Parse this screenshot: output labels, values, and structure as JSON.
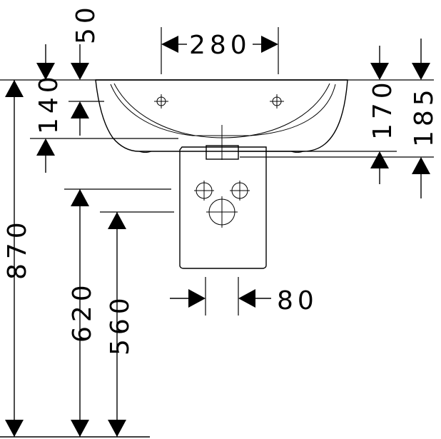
{
  "dimensions": {
    "total_height": "870",
    "waste_height_1": "620",
    "waste_height_2": "560",
    "tap_hole_spacing": "280",
    "pedestal_offset": "80",
    "rim_gap": "50",
    "bowl_depth": "140",
    "side_height_1": "170",
    "side_height_2": "185"
  }
}
